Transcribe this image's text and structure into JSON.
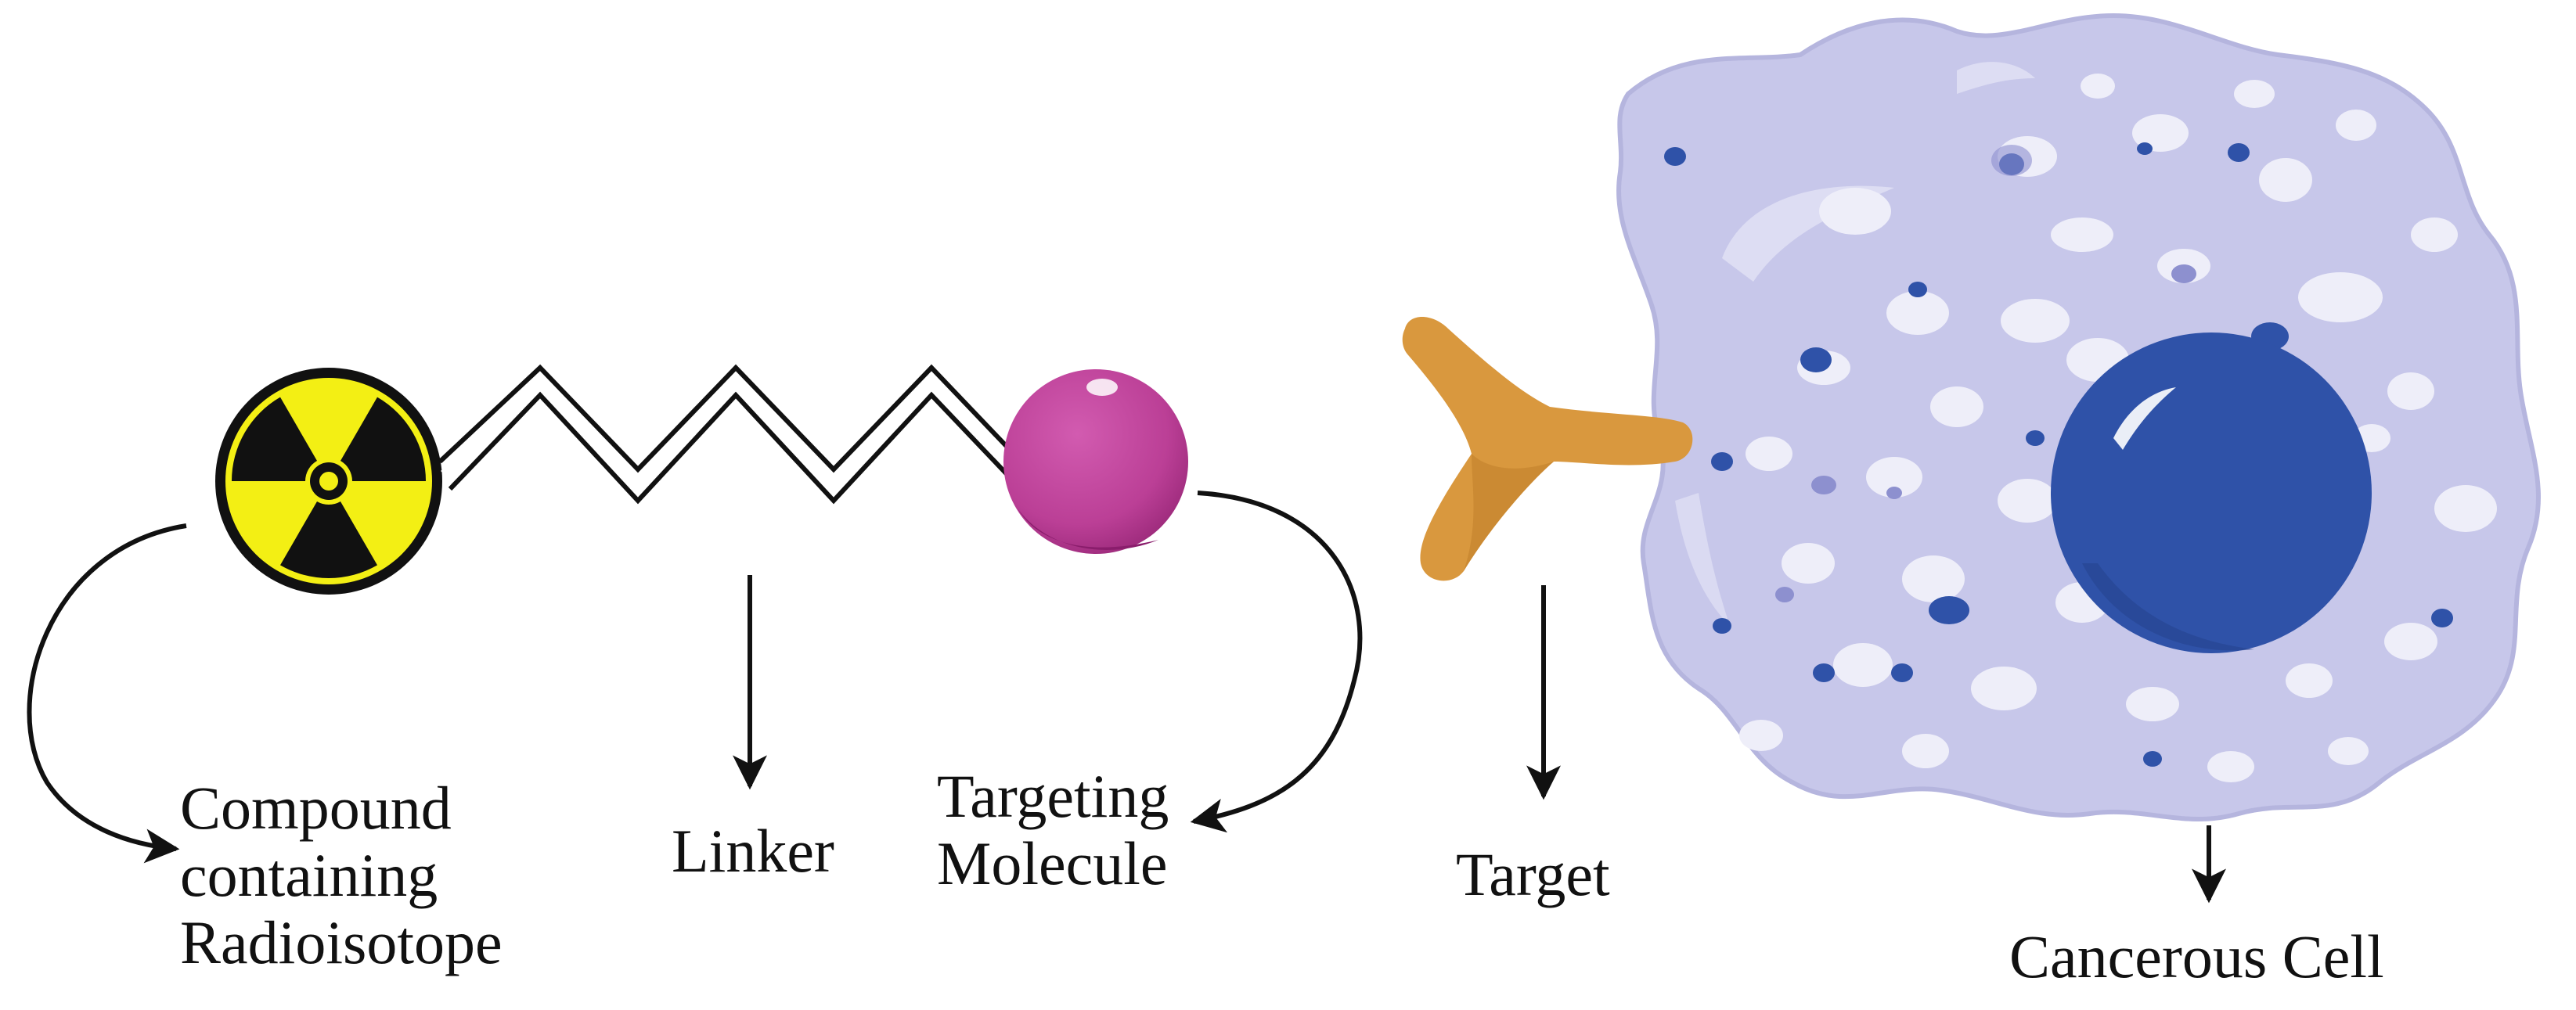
{
  "labels": {
    "compound": [
      "Compound",
      "containing",
      "Radioisotope"
    ],
    "linker": "Linker",
    "targeting": [
      "Targeting",
      "Molecule"
    ],
    "target": "Target",
    "cell": "Cancerous Cell"
  },
  "icons": {
    "radioisotope": "radiation-trefoil-icon",
    "targeting_molecule": "sphere",
    "target": "y-shaped-receptor",
    "cell": "cancer-cell-with-nucleus"
  },
  "colors": {
    "radiation_yellow": "#f3ef14",
    "radiation_black": "#111111",
    "targeting_molecule": "#c0449b",
    "target": "#d9983e",
    "cell_body": "#c7c7ea",
    "nucleus": "#2f52a8",
    "arrow": "#111111"
  }
}
